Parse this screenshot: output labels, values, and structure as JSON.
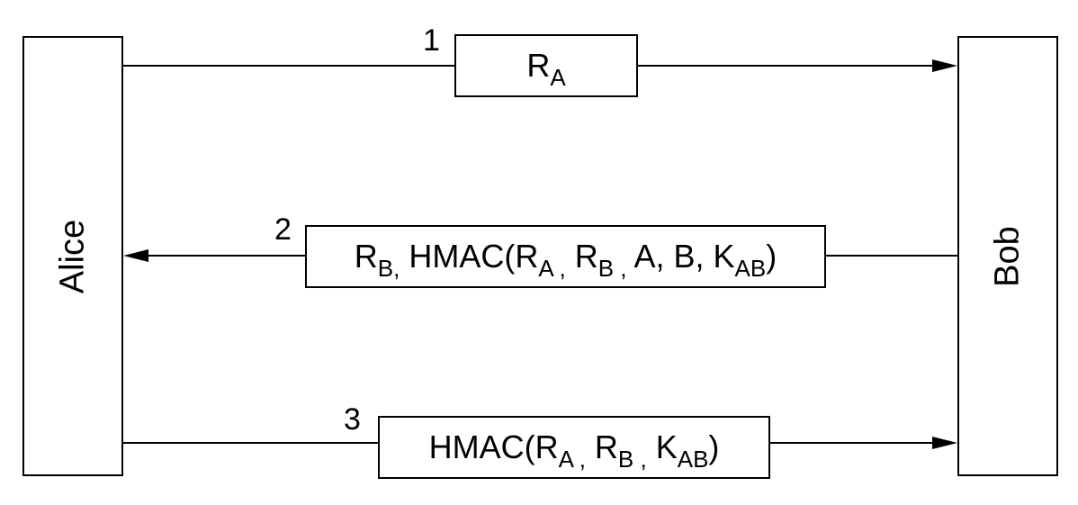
{
  "parties": {
    "alice": "Alice",
    "bob": "Bob"
  },
  "messages": [
    {
      "number": "1",
      "direction": "alice-to-bob",
      "parts": [
        {
          "text": "R",
          "sub": "A"
        }
      ]
    },
    {
      "number": "2",
      "direction": "bob-to-alice",
      "parts": [
        {
          "text": "R",
          "sub": "B,"
        },
        {
          "text": " HMAC(R",
          "sub": "A ,"
        },
        {
          "text": " R",
          "sub": "B ,"
        },
        {
          "text": " A, B, K",
          "sub": "AB"
        },
        {
          "text": ")",
          "sub": ""
        }
      ]
    },
    {
      "number": "3",
      "direction": "alice-to-bob",
      "parts": [
        {
          "text": "HMAC(R",
          "sub": "A ,"
        },
        {
          "text": " R",
          "sub": "B ,"
        },
        {
          "text": " K",
          "sub": "AB"
        },
        {
          "text": ")",
          "sub": ""
        }
      ]
    }
  ]
}
